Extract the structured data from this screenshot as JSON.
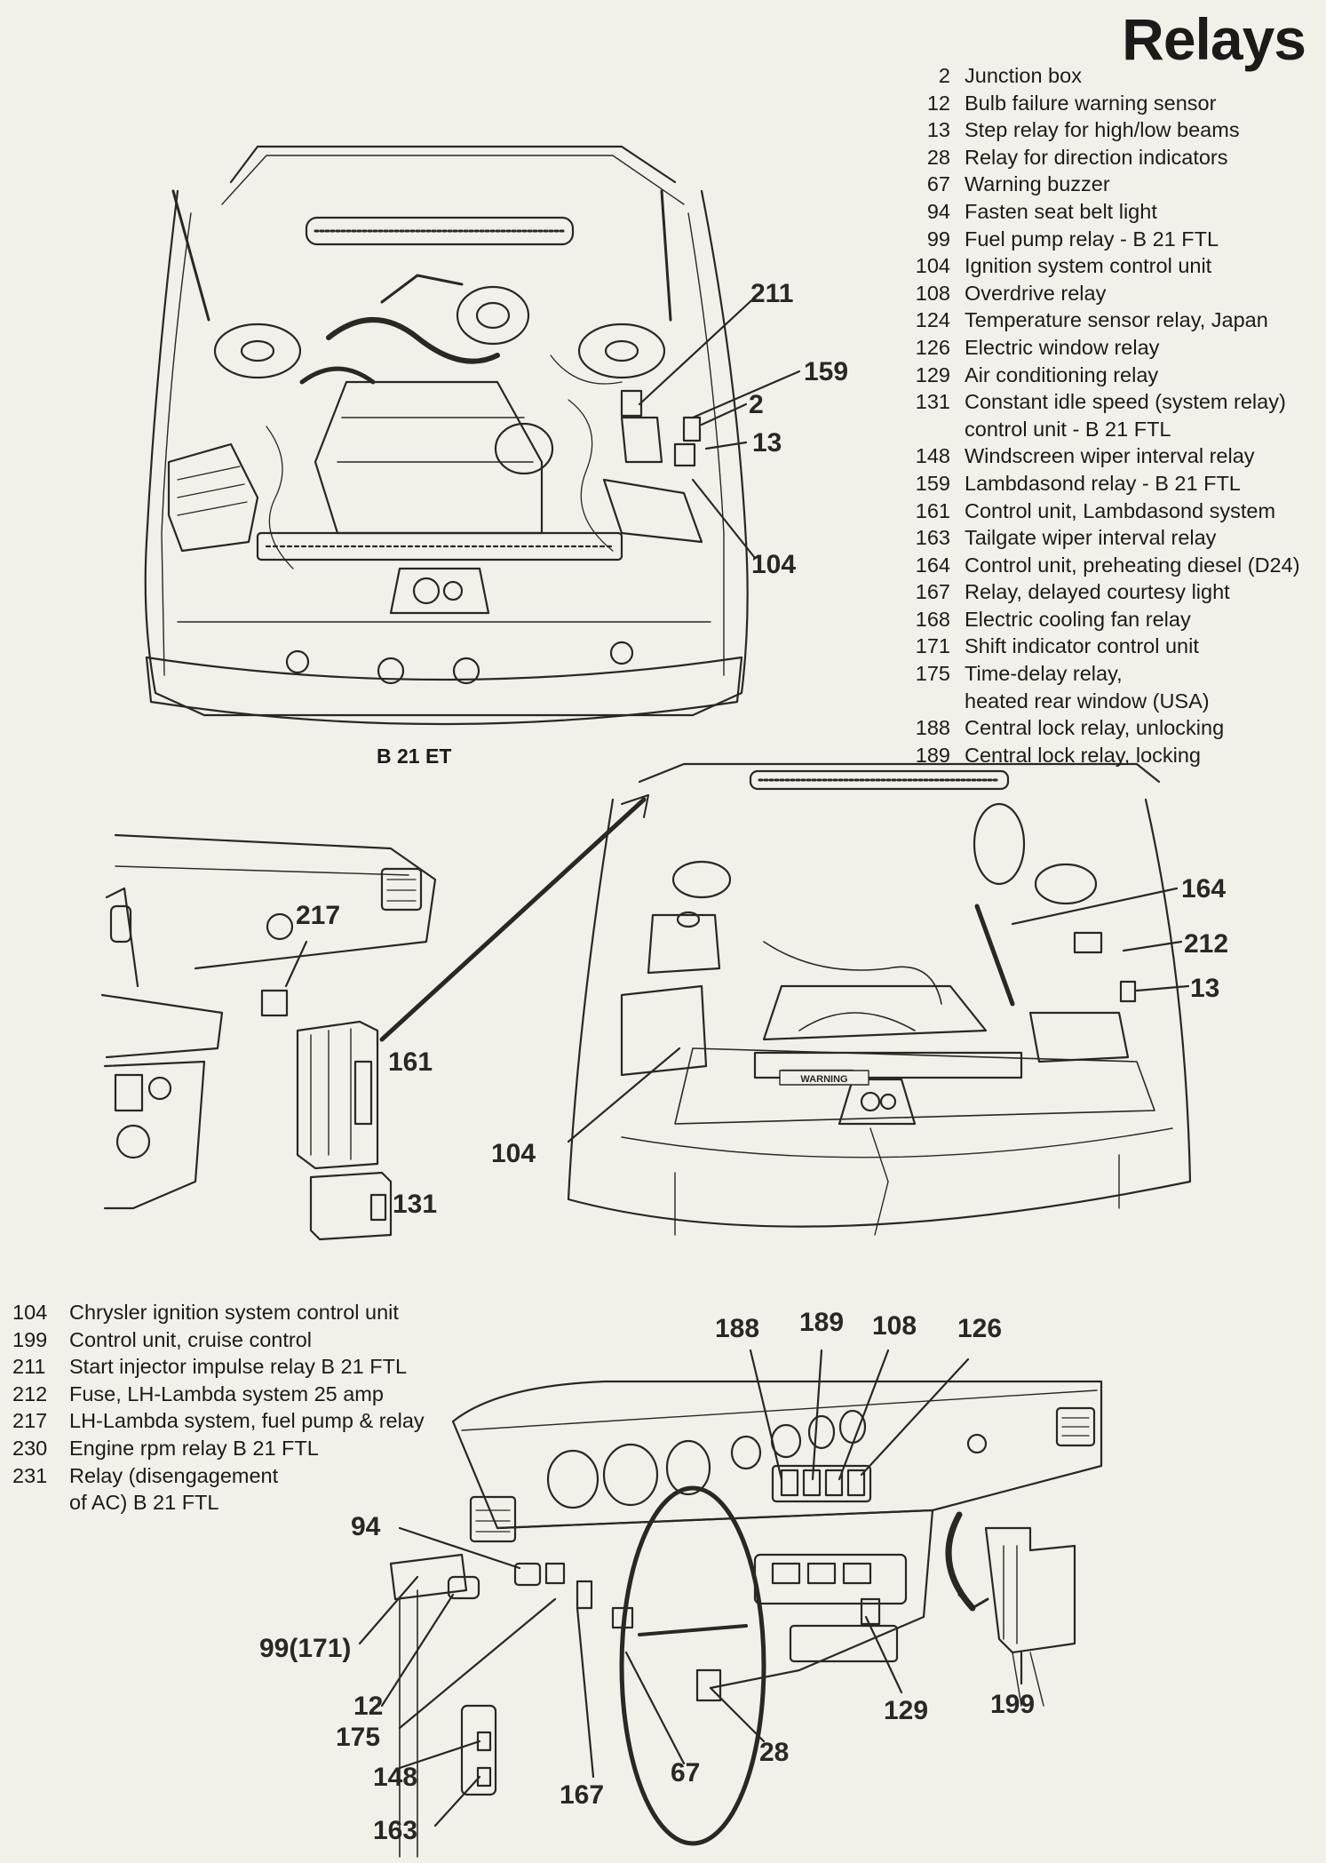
{
  "title": "Relays",
  "top_legend": [
    {
      "num": "2",
      "text": "Junction box"
    },
    {
      "num": "12",
      "text": "Bulb failure warning sensor"
    },
    {
      "num": "13",
      "text": "Step relay for high/low beams"
    },
    {
      "num": "28",
      "text": "Relay for direction indicators"
    },
    {
      "num": "67",
      "text": "Warning buzzer"
    },
    {
      "num": "94",
      "text": "Fasten seat belt light"
    },
    {
      "num": "99",
      "text": "Fuel pump relay - B 21 FTL"
    },
    {
      "num": "104",
      "text": "Ignition system control unit"
    },
    {
      "num": "108",
      "text": "Overdrive relay"
    },
    {
      "num": "124",
      "text": "Temperature sensor relay, Japan"
    },
    {
      "num": "126",
      "text": "Electric window relay"
    },
    {
      "num": "129",
      "text": "Air conditioning relay"
    },
    {
      "num": "131",
      "text": "Constant idle speed (system relay)",
      "text2": "control unit - B 21 FTL"
    },
    {
      "num": "148",
      "text": "Windscreen wiper interval relay"
    },
    {
      "num": "159",
      "text": "Lambdasond relay - B 21 FTL"
    },
    {
      "num": "161",
      "text": "Control unit, Lambdasond system"
    },
    {
      "num": "163",
      "text": "Tailgate wiper interval relay"
    },
    {
      "num": "164",
      "text": "Control unit, preheating diesel (D24)"
    },
    {
      "num": "167",
      "text": "Relay, delayed courtesy light"
    },
    {
      "num": "168",
      "text": "Electric cooling fan relay"
    },
    {
      "num": "171",
      "text": "Shift indicator control unit"
    },
    {
      "num": "175",
      "text": "Time-delay relay,",
      "text2": "heated rear window (USA)"
    },
    {
      "num": "188",
      "text": "Central lock relay, unlocking"
    },
    {
      "num": "189",
      "text": "Central lock relay, locking"
    }
  ],
  "bottom_legend": [
    {
      "num": "104",
      "text": "Chrysler ignition system control unit"
    },
    {
      "num": "199",
      "text": "Control unit, cruise control"
    },
    {
      "num": "211",
      "text": "Start injector impulse relay B 21 FTL"
    },
    {
      "num": "212",
      "text": "Fuse, LH-Lambda system 25 amp"
    },
    {
      "num": "217",
      "text": "LH-Lambda system, fuel pump & relay"
    },
    {
      "num": "230",
      "text": "Engine rpm relay B 21 FTL"
    },
    {
      "num": "231",
      "text": "Relay (disengagement",
      "text2": "of AC) B 21 FTL"
    }
  ],
  "engine_caption": "B 21 ET",
  "warning_label": "WARNING",
  "callouts": {
    "c211": "211",
    "c159": "159",
    "c2": "2",
    "c13a": "13",
    "c104a": "104",
    "c217": "217",
    "c161": "161",
    "c131": "131",
    "c164": "164",
    "c212": "212",
    "c13b": "13",
    "c104b": "104",
    "c188": "188",
    "c189": "189",
    "c108": "108",
    "c126": "126",
    "c94": "94",
    "c99": "99(171)",
    "c12": "12",
    "c175": "175",
    "c148": "148",
    "c163": "163",
    "c167": "167",
    "c67": "67",
    "c28": "28",
    "c129": "129",
    "c199": "199"
  },
  "colors": {
    "paper": "#f3f0e9",
    "ink": "#2a2724"
  }
}
